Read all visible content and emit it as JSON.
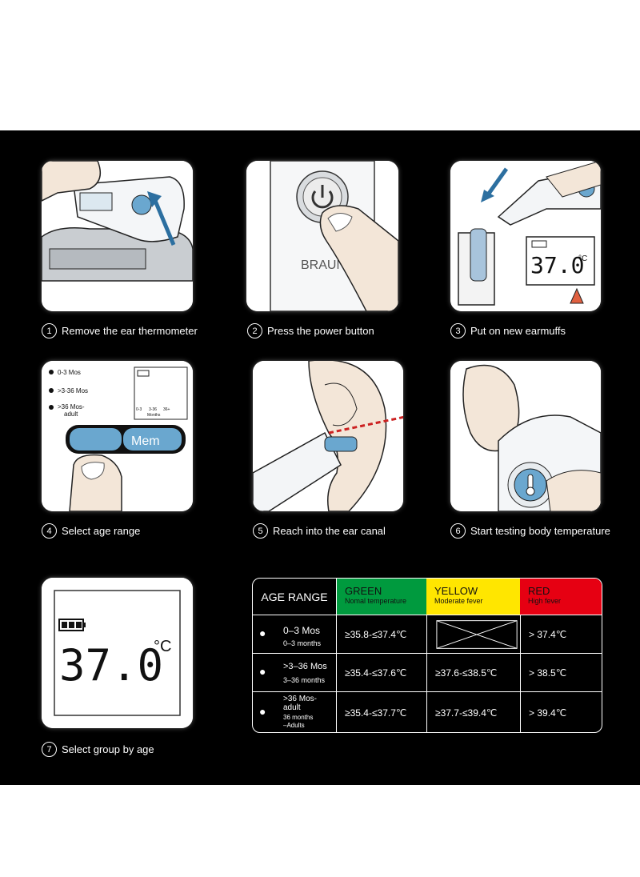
{
  "steps": [
    {
      "num": "1",
      "label": "Remove the ear thermometer"
    },
    {
      "num": "2",
      "label": "Press the power button"
    },
    {
      "num": "3",
      "label": "Put on new earmuffs"
    },
    {
      "num": "4",
      "label": "Select age range"
    },
    {
      "num": "5",
      "label": "Reach into the ear canal"
    },
    {
      "num": "6",
      "label": "Start testing body temperature"
    },
    {
      "num": "7",
      "label": "Select group by age"
    }
  ],
  "brand": "BRAUN",
  "display": {
    "reading": "37.0",
    "unit": "°C"
  },
  "step4": {
    "ages": [
      "0-3 Mos",
      ">3-36 Mos",
      ">36 Mos-",
      "adult"
    ],
    "mini_ages": [
      "0-3",
      "3-36",
      "36+"
    ],
    "mini_months": "Months",
    "mem_label": "Mem"
  },
  "table": {
    "age_header": "AGE RANGE",
    "columns": [
      {
        "title": "GREEN",
        "subtitle": "Nomal temperature",
        "color": "#009a3e"
      },
      {
        "title": "YELLOW",
        "subtitle": "Moderate fever",
        "color": "#ffe600"
      },
      {
        "title": "RED",
        "subtitle": "High fever",
        "color": "#e60012"
      }
    ],
    "rows": [
      {
        "age": "0–3 Mos",
        "sub1": "0–3 months",
        "sub2": "",
        "green": "≥35.8-≤37.4℃",
        "yellow": "",
        "red": "> 37.4℃"
      },
      {
        "age": ">3–36 Mos",
        "sub1": "3–36 months",
        "sub2": "",
        "green": "≥35.4-≤37.6℃",
        "yellow": "≥37.6-≤38.5℃",
        "red": "> 38.5℃"
      },
      {
        "age": ">36 Mos-",
        "age2": "adult",
        "sub1": "36 months",
        "sub2": "–Adults",
        "green": "≥35.4-≤37.7℃",
        "yellow": "≥37.7-≤39.4℃",
        "red": "> 39.4℃"
      }
    ]
  },
  "colors": {
    "background": "#000000",
    "accent_blue": "#6aa7cf"
  }
}
